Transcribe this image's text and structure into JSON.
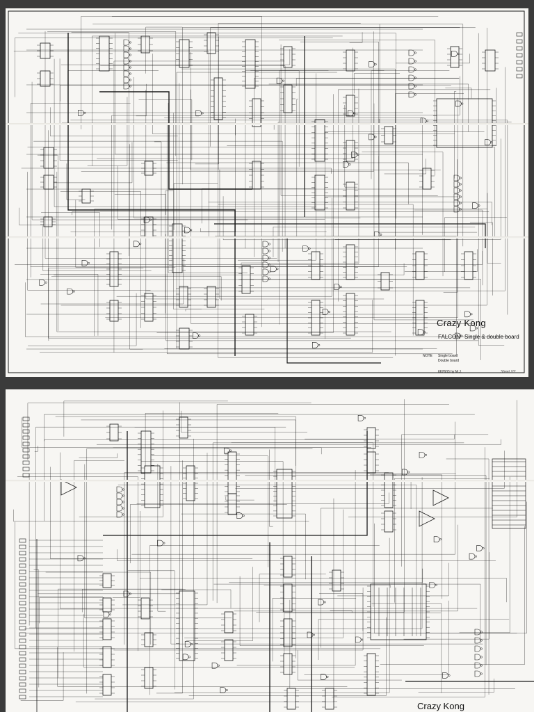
{
  "sheet_1": {
    "title": "Crazy Kong",
    "manufacturer": "FALCON",
    "board_variant": "Single & double board",
    "notes_label": "NOTE",
    "note_single": "Single board",
    "note_double": "Double board",
    "credit": "662603 by M.J.",
    "sheet_number": "Sheet 2/2"
  },
  "sheet_2": {
    "title": "Crazy Kong"
  },
  "colors": {
    "paper": "#f7f6f3",
    "ink": "#1a1a1a",
    "background": "#3b3b3b"
  }
}
